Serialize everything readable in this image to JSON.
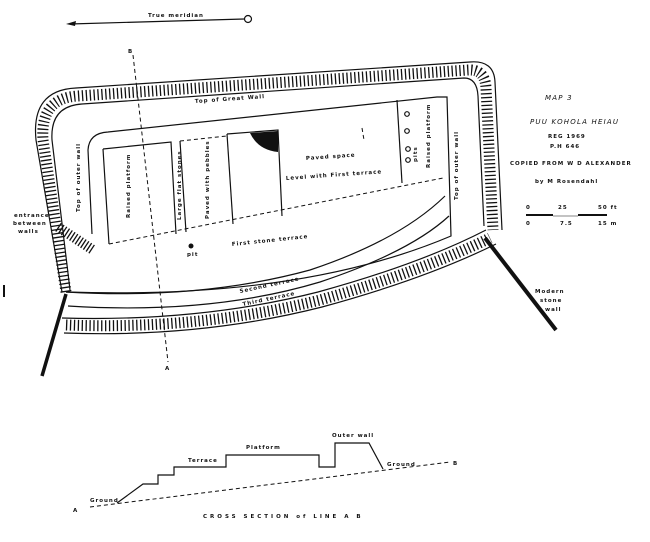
{
  "meridian": {
    "label": "True meridian"
  },
  "section_line": {
    "start": "A",
    "end": "B"
  },
  "title_block": {
    "map_no": "MAP 3",
    "title": "PUU KOHOLA HEIAU",
    "reg": "REG 1969",
    "ph": "P.H 646",
    "copied": "COPIED FROM W D ALEXANDER",
    "by": "by M Rosendahl",
    "scale_ft": [
      "0",
      "25",
      "50 ft"
    ],
    "scale_m": [
      "0",
      "7.5",
      "15 m"
    ]
  },
  "plan_labels": {
    "great_wall": "Top of Great Wall",
    "outer_wall_left": "Top of outer wall",
    "outer_wall_right": "Top of outer wall",
    "raised_platform_left": "Raised platform",
    "large_flat_stones": "Large flat stones",
    "paved_pebbles": "Paved with pebbles",
    "paved_space": "Paved space",
    "level_first_terrace": "Level with First terrace",
    "raised_platform_right": "Raised platform",
    "pit_right": "pits",
    "pit_left": "pit",
    "first_terrace": "First stone terrace",
    "second_terrace": "Second terrace",
    "third_terrace": "Third terrace",
    "entrance": [
      "entrance",
      "between",
      "walls"
    ],
    "modern_wall": [
      "Modern",
      "stone",
      "wall"
    ]
  },
  "cross_section": {
    "title": "CROSS SECTION of LINE A B",
    "a": "A",
    "b": "B",
    "ground_left": "Ground",
    "ground_right": "Ground",
    "terrace": "Terrace",
    "platform": "Platform",
    "outer_wall": "Outer wall"
  }
}
